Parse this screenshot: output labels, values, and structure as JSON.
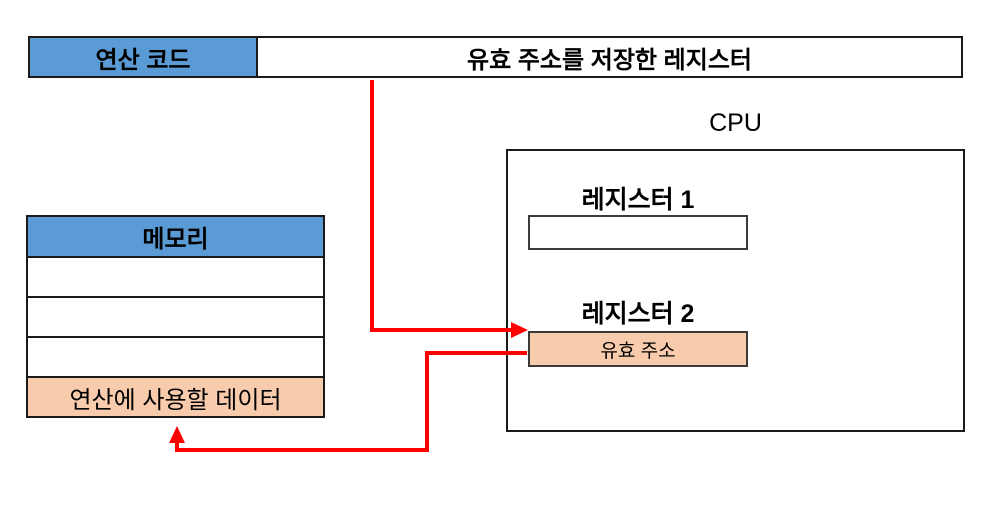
{
  "colors": {
    "blue": "#5B9BD5",
    "orange": "#F8CBAD",
    "arrow_red": "#FF0000",
    "border": "#1A1A1A"
  },
  "instruction": {
    "opcode_label": "연산 코드",
    "operand_label": "유효 주소를 저장한 레지스터"
  },
  "cpu": {
    "title": "CPU",
    "registers": [
      {
        "label": "레지스터 1",
        "value": ""
      },
      {
        "label": "레지스터 2",
        "value": "유효 주소"
      }
    ]
  },
  "memory": {
    "title": "메모리",
    "rows": [
      "",
      "",
      "",
      "연산에 사용할 데이터"
    ]
  }
}
